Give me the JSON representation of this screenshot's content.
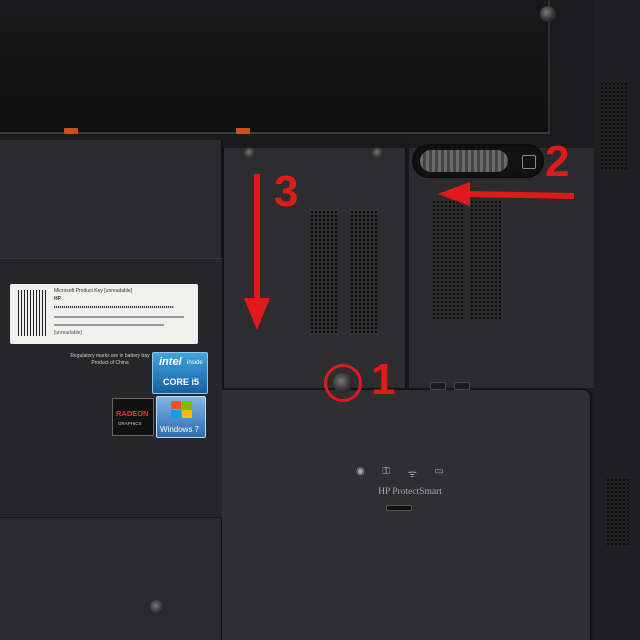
{
  "scene": {
    "colors": {
      "chassis": "#1b1b1d",
      "cover": "#2d2d30",
      "annotation": "#e0191b",
      "latch": "#c9501c"
    }
  },
  "annotations": {
    "step_1": "1",
    "step_2": "2",
    "step_3": "3"
  },
  "sticker": {
    "line_1": "Microsoft Product Key  [unreadable]",
    "line_2": "HP",
    "line_3": "[unreadable]"
  },
  "regulatory": {
    "line_1": "Regulatory marks are in battery bay",
    "line_2": "Product of China"
  },
  "badges": {
    "intel_brand": "intel",
    "intel_sub": "inside",
    "intel_model": "CORE i5",
    "radeon": "RADEON",
    "radeon_sub": "GRAPHICS",
    "windows": "Windows 7"
  },
  "cover": {
    "icons": [
      "status-icon",
      "lock-icon",
      "wireless-icon",
      "battery-icon"
    ],
    "icon_glyphs": [
      "◉",
      "⚿",
      "ᯤ",
      "▭"
    ],
    "brand": "HP ProtectSmart"
  }
}
